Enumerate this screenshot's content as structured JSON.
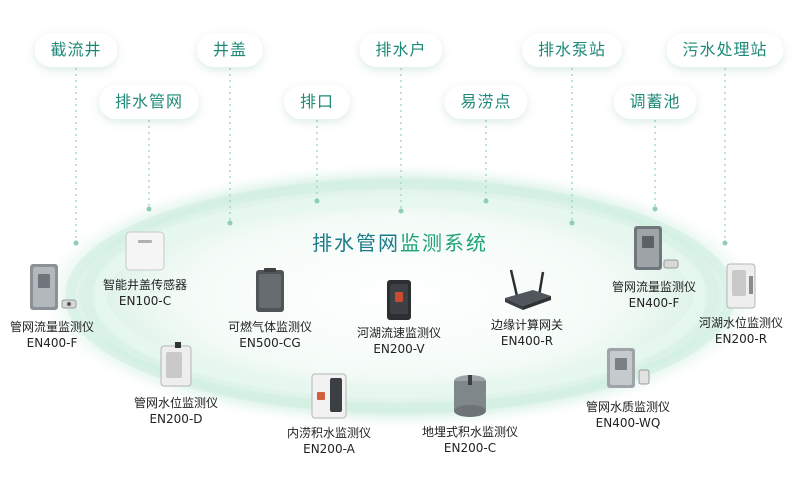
{
  "diagram": {
    "title_main": "排水管网",
    "title_accent": "监测系统",
    "scenes_row1": [
      "截流井",
      "井盖",
      "排水户",
      "排水泵站",
      "污水处理站"
    ],
    "scenes_row2": [
      "排水管网",
      "排口",
      "易涝点",
      "调蓄池"
    ],
    "devices": [
      {
        "name": "管网流量监测仪",
        "model": "EN400-F",
        "icon": "cabinet-flow-meter-icon"
      },
      {
        "name": "智能井盖传感器",
        "model": "EN100-C",
        "icon": "manhole-sensor-icon"
      },
      {
        "name": "可燃气体监测仪",
        "model": "EN500-CG",
        "icon": "gas-detector-icon"
      },
      {
        "name": "河湖流速监测仪",
        "model": "EN200-V",
        "icon": "velocity-meter-icon"
      },
      {
        "name": "边缘计算网关",
        "model": "EN400-R",
        "icon": "gateway-icon"
      },
      {
        "name": "管网流量监测仪",
        "model": "EN400-F",
        "icon": "cabinet-flow-meter-icon"
      },
      {
        "name": "河湖水位监测仪",
        "model": "EN200-R",
        "icon": "level-meter-icon"
      },
      {
        "name": "管网水位监测仪",
        "model": "EN200-D",
        "icon": "level-meter-icon"
      },
      {
        "name": "内涝积水监测仪",
        "model": "EN200-A",
        "icon": "waterlogging-meter-icon"
      },
      {
        "name": "地埋式积水监测仪",
        "model": "EN200-C",
        "icon": "buried-meter-icon"
      },
      {
        "name": "管网水质监测仪",
        "model": "EN400-WQ",
        "icon": "water-quality-meter-icon"
      }
    ]
  },
  "colors": {
    "pill_text": "#1f8a78",
    "title": "#1e7a8a",
    "title_accent": "#1fa37a",
    "ellipse_glow": "#d8f1e6",
    "dotted_line": "#a9d8c5"
  }
}
